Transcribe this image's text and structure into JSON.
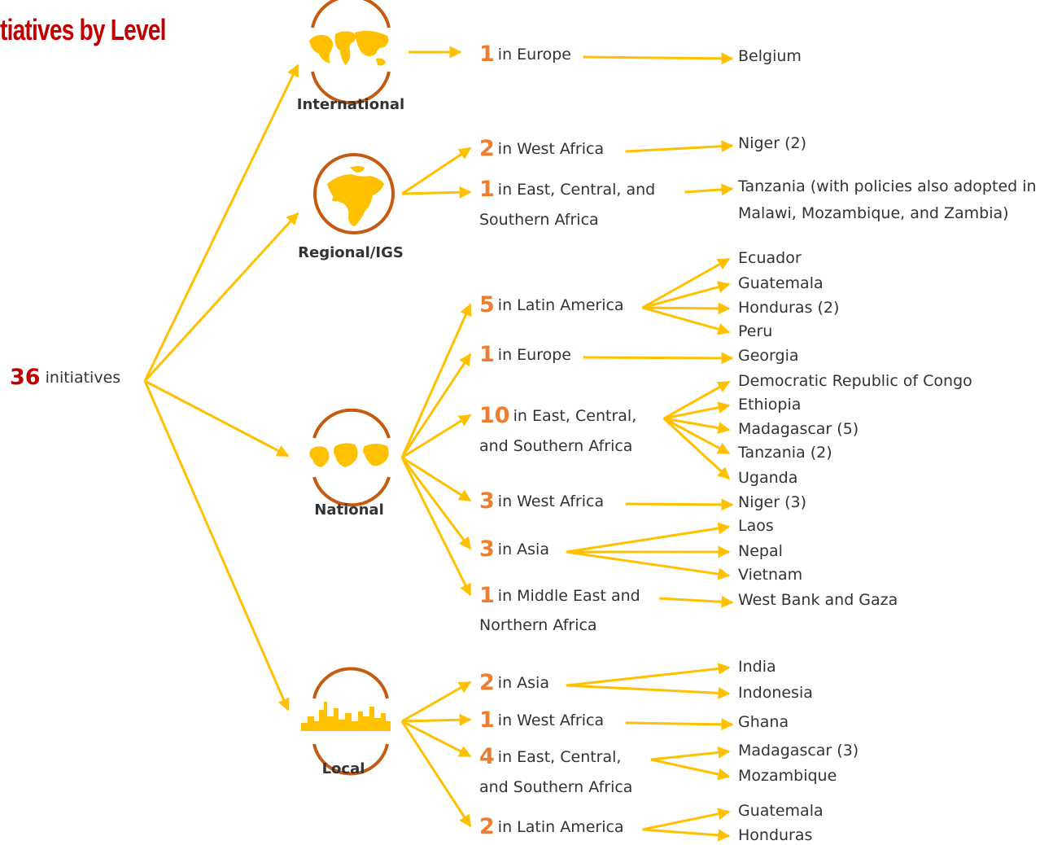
{
  "title": "tiatives by Level",
  "total": {
    "number": "36",
    "label": "initiatives"
  },
  "levels": [
    {
      "name": "International"
    },
    {
      "name": "Regional/IGS"
    },
    {
      "name": "National"
    },
    {
      "name": "Local"
    }
  ],
  "international": [
    {
      "count": "1",
      "region_line1": "in Europe",
      "region_line2": "",
      "countries": [
        "Belgium"
      ]
    }
  ],
  "regional": [
    {
      "count": "2",
      "region_line1": "in West Africa",
      "region_line2": "",
      "countries": [
        "Niger (2)"
      ]
    },
    {
      "count": "1",
      "region_line1": "in East, Central, and",
      "region_line2": "Southern Africa",
      "countries": [
        "Tanzania (with policies also adopted in",
        "Malawi, Mozambique, and Zambia)"
      ]
    }
  ],
  "national": [
    {
      "count": "5",
      "region_line1": "in Latin America",
      "region_line2": "",
      "countries": [
        "Ecuador",
        "Guatemala",
        "Honduras (2)",
        "Peru"
      ]
    },
    {
      "count": "1",
      "region_line1": "in Europe",
      "region_line2": "",
      "countries": [
        "Georgia"
      ]
    },
    {
      "count": "10",
      "region_line1": "in East, Central,",
      "region_line2": "and Southern Africa",
      "countries": [
        "Democratic Republic of Congo",
        "Ethiopia",
        "Madagascar (5)",
        "Tanzania (2)",
        "Uganda"
      ]
    },
    {
      "count": "3",
      "region_line1": "in West Africa",
      "region_line2": "",
      "countries": [
        "Niger (3)"
      ]
    },
    {
      "count": "3",
      "region_line1": "in Asia",
      "region_line2": "",
      "countries": [
        "Laos",
        "Nepal",
        "Vietnam"
      ]
    },
    {
      "count": "1",
      "region_line1": "in Middle East and",
      "region_line2": "Northern Africa",
      "countries": [
        "West Bank and Gaza"
      ]
    }
  ],
  "local": [
    {
      "count": "2",
      "region_line1": "in Asia",
      "region_line2": "",
      "countries": [
        "India",
        "Indonesia"
      ]
    },
    {
      "count": "1",
      "region_line1": "in West Africa",
      "region_line2": "",
      "countries": [
        "Ghana"
      ]
    },
    {
      "count": "4",
      "region_line1": "in East, Central,",
      "region_line2": "and Southern Africa",
      "countries": [
        "Madagascar (3)",
        "Mozambique"
      ]
    },
    {
      "count": "2",
      "region_line1": "in Latin America",
      "region_line2": "",
      "countries": [
        "Guatemala",
        "Honduras"
      ]
    }
  ],
  "colors": {
    "arrow": "#ffc000",
    "ring": "#c55a11",
    "icon": "#ffc000",
    "count": "#ed7d31",
    "total": "#c00000",
    "text": "#333333"
  },
  "icons": [
    "world-map-icon",
    "africa-region-map-icon",
    "country-maps-icon",
    "city-skyline-icon"
  ]
}
